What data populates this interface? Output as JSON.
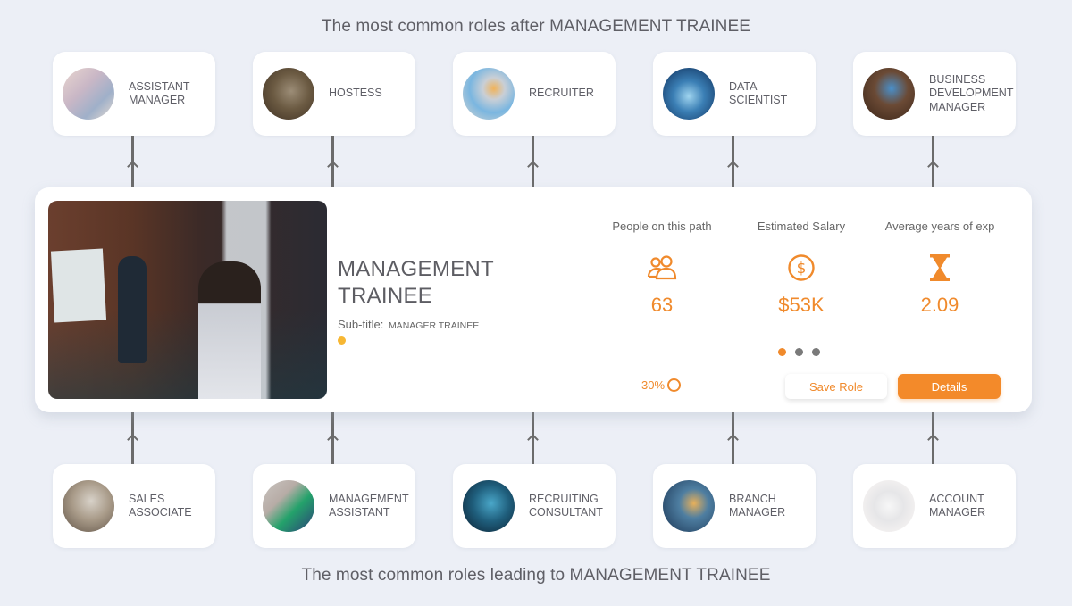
{
  "headings": {
    "next_roles": "The most common roles after MANAGEMENT TRAINEE",
    "previous_roles": "The most common roles leading to MANAGEMENT TRAINEE"
  },
  "next_roles": [
    {
      "label": "ASSISTANT\nMANAGER",
      "avatar": "office-blinds-photo"
    },
    {
      "label": "HOSTESS",
      "avatar": "restaurant-host-photo"
    },
    {
      "label": "RECRUITER",
      "avatar": "network-people-photo"
    },
    {
      "label": "DATA\nSCIENTIST",
      "avatar": "data-wave-photo"
    },
    {
      "label": "BUSINESS\nDEVELOPMENT\nMANAGER",
      "avatar": "desk-devices-photo"
    }
  ],
  "previous_roles": [
    {
      "label": "SALES\nASSOCIATE",
      "avatar": "shop-counter-photo"
    },
    {
      "label": "MANAGEMENT\nASSISTANT",
      "avatar": "folder-office-photo"
    },
    {
      "label": "RECRUITING\nCONSULTANT",
      "avatar": "digital-suit-photo"
    },
    {
      "label": "BRANCH\nMANAGER",
      "avatar": "bank-vault-photo"
    },
    {
      "label": "ACCOUNT\nMANAGER",
      "avatar": "white-dial-photo"
    }
  ],
  "current_role": {
    "title": "MANAGEMENT\nTRAINEE",
    "subtitle_label": "Sub-title:",
    "subtitle_value": "MANAGER TRAINEE",
    "image": "presentation-meeting-photo",
    "stats": [
      {
        "label": "People on this path",
        "icon": "people-icon",
        "value": "63"
      },
      {
        "label": "Estimated Salary",
        "icon": "dollar-circle-icon",
        "value": "$53K"
      },
      {
        "label": "Average years of exp",
        "icon": "hourglass-icon",
        "value": "2.09"
      }
    ],
    "pager": {
      "count": 3,
      "active": 0
    },
    "progress": "30%",
    "save_label": "Save Role",
    "details_label": "Details"
  },
  "colors": {
    "accent": "#f08a2c",
    "background": "#eceff6",
    "status_dot": "#f7b733",
    "connector": "#6b6b6b"
  }
}
